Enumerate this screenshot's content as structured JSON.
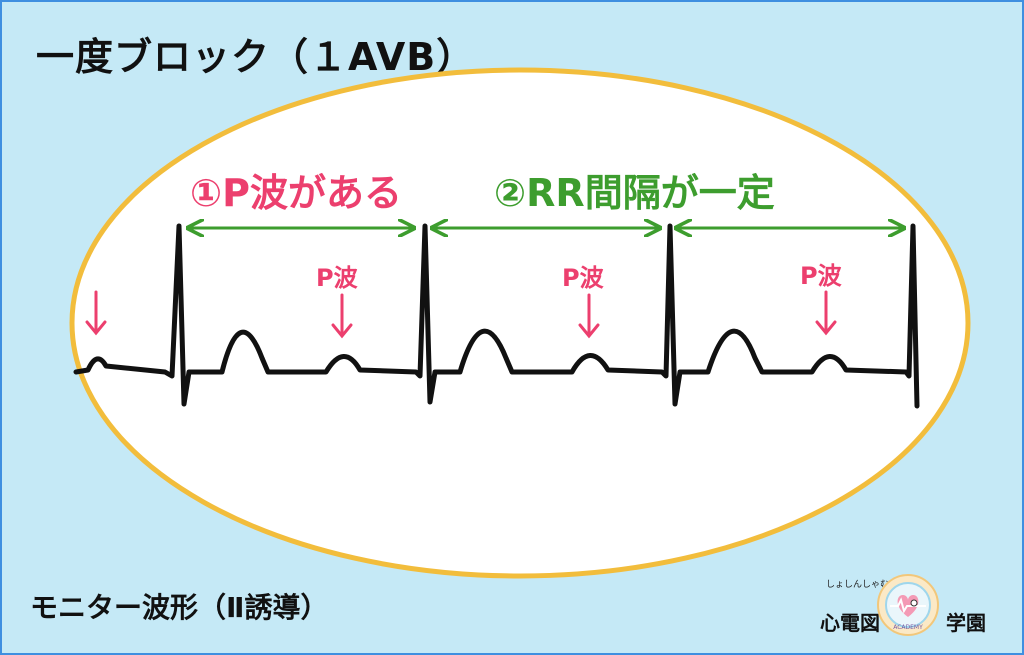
{
  "title": "一度ブロック（１AVB）",
  "subtitle": "モニター波形（Ⅱ誘導）",
  "annotations": {
    "criterion1": "①P波がある",
    "criterion2": "②RR間隔が一定",
    "p_wave_label": "P波"
  },
  "logo": {
    "ruby": "しょしんしゃむけ",
    "left_text": "心電図",
    "right_text": "学園",
    "ring_text": "ACADEMY"
  },
  "colors": {
    "background": "#c5e9f6",
    "ellipse_fill": "#ffffff",
    "ellipse_border": "#f2bd3c",
    "pink": "#ec3f6e",
    "green": "#3d9d2e",
    "trace": "#111111"
  }
}
